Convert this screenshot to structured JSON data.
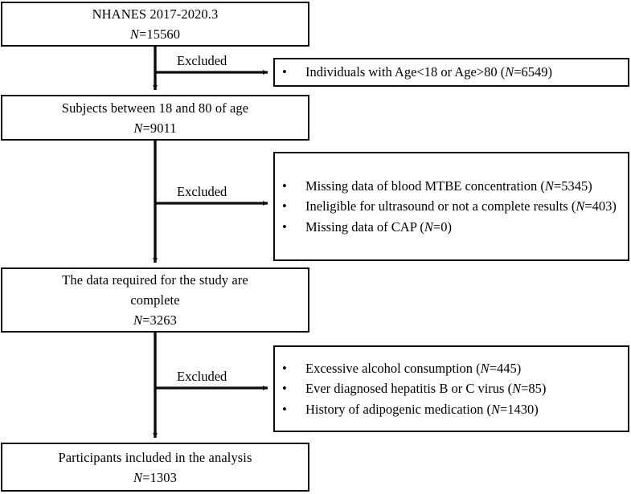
{
  "diagram": {
    "title": "Participant selection flow diagram",
    "line_color": "#0d0d0d",
    "background": "#ffffff",
    "edge_label": "Excluded"
  },
  "nodes": {
    "source": {
      "line1": "NHANES 2017-2020.3",
      "n_label": "N",
      "n_value": "=15560"
    },
    "age_filtered": {
      "line1": "Subjects between 18 and 80 of age",
      "n_label": "N",
      "n_value": "=9011"
    },
    "complete_data": {
      "line1": "The data required for the study are",
      "line2": "complete",
      "n_label": "N",
      "n_value": "=3263"
    },
    "final": {
      "line1": "Participants included in the analysis",
      "n_label": "N",
      "n_value": "=1303"
    }
  },
  "exclusions": [
    {
      "id": "exclusion-age",
      "edge_label": "Excluded",
      "items": [
        {
          "bullet": "•",
          "text_before": "Individuals with Age<18 or Age>80 (",
          "n_label": "N",
          "text_after": "=6549)"
        }
      ]
    },
    {
      "id": "exclusion-measurements",
      "edge_label": "Excluded",
      "items": [
        {
          "bullet": "•",
          "text_before": "Missing data of blood MTBE concentration (",
          "n_label": "N",
          "text_after": "=5345)"
        },
        {
          "bullet": "•",
          "text_before": "Ineligible for ultrasound or not a complete results (",
          "n_label": "N",
          "text_after": "=403)"
        },
        {
          "bullet": "•",
          "text_before": "Missing data of CAP (",
          "n_label": "N",
          "text_after": "=0)"
        }
      ]
    },
    {
      "id": "exclusion-clinical",
      "edge_label": "Excluded",
      "items": [
        {
          "bullet": "•",
          "text_before": "Excessive alcohol consumption (",
          "n_label": "N",
          "text_after": "=445)"
        },
        {
          "bullet": "•",
          "text_before": "Ever diagnosed hepatitis B or C virus (",
          "n_label": "N",
          "text_after": "=85)"
        },
        {
          "bullet": "•",
          "text_before": "History of adipogenic medication (",
          "n_label": "N",
          "text_after": "=1430)"
        }
      ]
    }
  ],
  "chart_data": {
    "type": "diagram",
    "title": "Participant selection flow diagram",
    "stages": [
      {
        "label": "NHANES 2017-2020.3",
        "n": 15560
      },
      {
        "label": "Subjects between 18 and 80 of age",
        "n": 9011
      },
      {
        "label": "The data required for the study are complete",
        "n": 3263
      },
      {
        "label": "Participants included in the analysis",
        "n": 1303
      }
    ],
    "exclusions": [
      {
        "label": "Individuals with Age<18 or Age>80",
        "n": 6549
      },
      {
        "label": "Missing data of blood MTBE concentration",
        "n": 5345
      },
      {
        "label": "Ineligible for ultrasound or not a complete results",
        "n": 403
      },
      {
        "label": "Missing data of CAP",
        "n": 0
      },
      {
        "label": "Excessive alcohol consumption",
        "n": 445
      },
      {
        "label": "Ever diagnosed hepatitis B or C virus",
        "n": 85
      },
      {
        "label": "History of adipogenic medication",
        "n": 1430
      }
    ]
  }
}
